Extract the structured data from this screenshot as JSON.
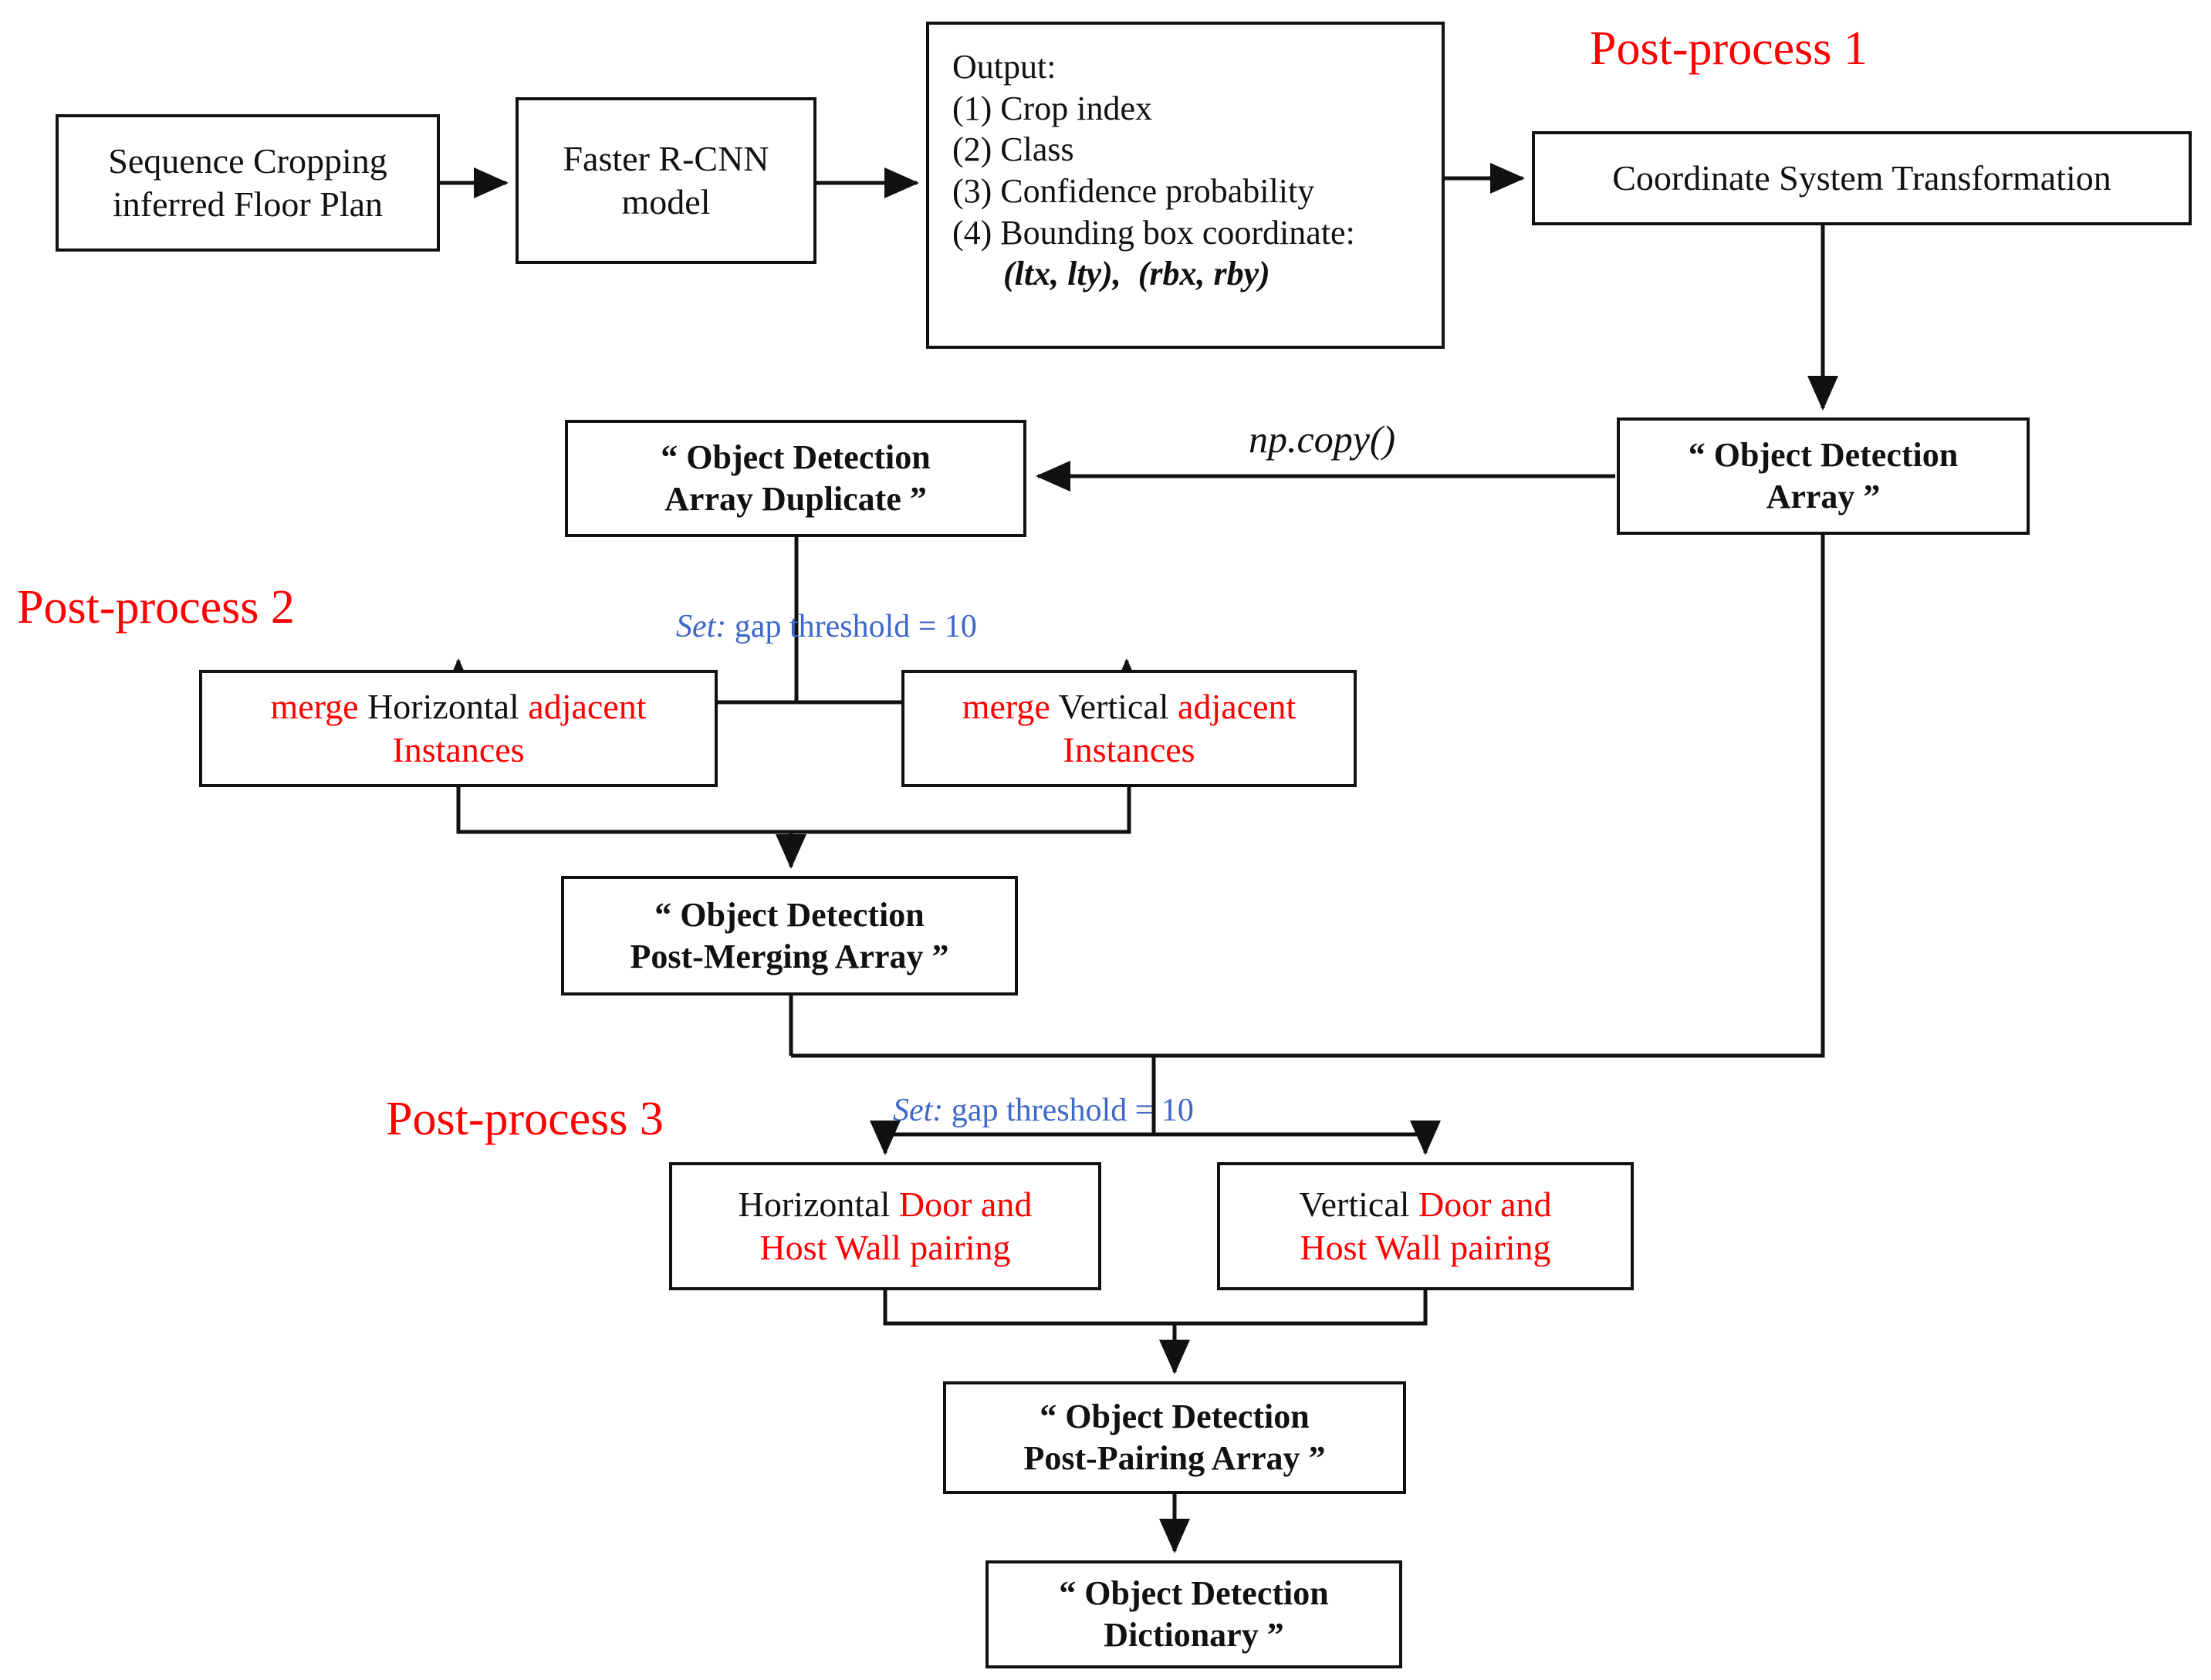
{
  "diagram": {
    "title_labels": {
      "post_process_1": "Post-process 1",
      "post_process_2": "Post-process 2",
      "post_process_3": "Post-process 3"
    },
    "accent_colors": {
      "red": "#ff0000",
      "blue": "#3f67c8",
      "black": "#111111"
    },
    "nodes": {
      "seq_crop": {
        "line1": "Sequence Cropping",
        "line2": "inferred Floor Plan"
      },
      "frcnn": {
        "line1": "Faster R-CNN",
        "line2": "model"
      },
      "output": {
        "heading": "Output:",
        "item1": "(1) Crop index",
        "item2": "(2) Class",
        "item3": "(3) Confidence probability",
        "item4": "(4) Bounding box coordinate:",
        "item4_coords": "(ltx, lty),  (rbx, rby)"
      },
      "coord_transform": {
        "text": "Coordinate System Transformation"
      },
      "od_array": {
        "line1": "“ Object Detection",
        "line2": "Array ”"
      },
      "od_array_duplicate": {
        "line1": "“ Object Detection",
        "line2": "Array Duplicate ”"
      },
      "merge_horizontal": {
        "w1": "merge",
        "w2": "Horizontal",
        "w3": "adjacent",
        "line2": "Instances"
      },
      "merge_vertical": {
        "w1": "merge",
        "w2": "Vertical",
        "w3": "adjacent",
        "line2": "Instances"
      },
      "post_merging_array": {
        "line1": "“ Object Detection",
        "line2": "Post-Merging Array ”"
      },
      "pair_horizontal": {
        "w1": "Horizontal",
        "w2": "Door and",
        "line2": "Host Wall pairing"
      },
      "pair_vertical": {
        "w1": "Vertical",
        "w2": "Door and",
        "line2": "Host Wall pairing"
      },
      "post_pairing_array": {
        "line1": "“ Object Detection",
        "line2": "Post-Pairing Array ”"
      },
      "dictionary": {
        "line1": "“ Object Detection",
        "line2": "Dictionary ”"
      }
    },
    "edge_labels": {
      "np_copy": "np.copy()",
      "gap_threshold_set": "Set:",
      "gap_threshold_value": " gap threshold = 10"
    }
  }
}
